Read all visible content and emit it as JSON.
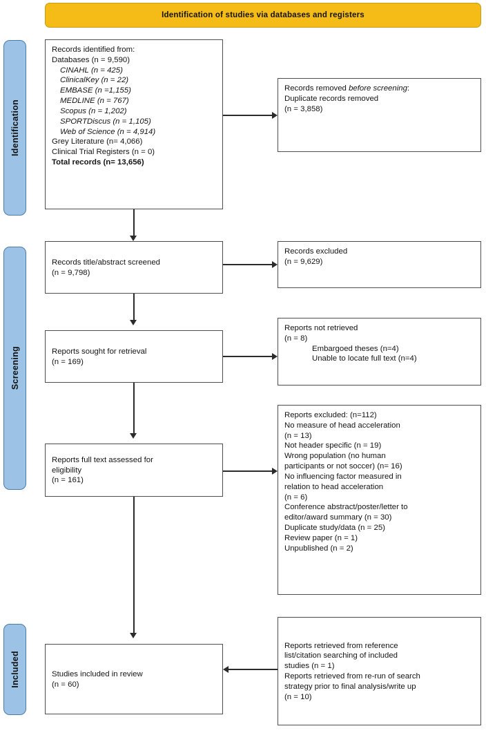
{
  "banner": {
    "title": "Identification of studies via databases and registers"
  },
  "stages": [
    {
      "id": "identification",
      "label": "Identification"
    },
    {
      "id": "screening",
      "label": "Screening"
    },
    {
      "id": "included",
      "label": "Included"
    }
  ],
  "colors": {
    "banner_fill": "#F5BC17",
    "banner_border": "#C99A10",
    "stage_fill": "#9CC3E5",
    "stage_border": "#4b7ba8",
    "box_border": "#4d4d4d",
    "connector": "#2b2b2b",
    "page_background": "#ffffff"
  },
  "boxes": {
    "identified": {
      "heading": "Records identified from:",
      "databases_line": "Databases (n = 9,590)",
      "sources": [
        {
          "name": "CINAHL",
          "count": "(n = 425)"
        },
        {
          "name": "ClinicalKey",
          "count": "(n = 22)"
        },
        {
          "name": "EMBASE",
          "count": "(n =1,155)"
        },
        {
          "name": "MEDLINE",
          "count": "(n = 767)"
        },
        {
          "name": "Scopus",
          "count": "(n = 1,202)"
        },
        {
          "name": "SPORTDiscus",
          "count": "(n = 1,105)"
        },
        {
          "name": "Web of Science",
          "count": "(n = 4,914)"
        }
      ],
      "grey_literature": "Grey Literature  (n= 4,066)",
      "trial_registers": "Clinical Trial Registers (n = 0)",
      "total_records": "Total records  (n= 13,656)"
    },
    "removed": {
      "line1_a": "Records removed ",
      "line1_italic": "before screening",
      "line1_b": ":",
      "line2": "Duplicate records removed",
      "line3": "(n = 3,858)"
    },
    "screened": {
      "line1": "Records title/abstract screened",
      "line2": "(n = 9,798)"
    },
    "excluded_records": {
      "line1": "Records excluded",
      "line2": "(n = 9,629)"
    },
    "sought": {
      "line1": "Reports sought for retrieval",
      "line2": "(n = 169)"
    },
    "not_retrieved": {
      "line1": "Reports not retrieved",
      "line2": "(n = 8)",
      "sub1": "Embargoed theses (n=4)",
      "sub2": "Unable to locate full text (n=4)"
    },
    "full_text": {
      "line1": "Reports full text assessed for",
      "line2": "eligibility",
      "line3": "(n = 161)"
    },
    "excluded_reports": {
      "heading": "Reports excluded: (n=112)",
      "reasons": [
        "No measure of head acceleration",
        "(n = 13)",
        "Not header specific (n = 19)",
        "Wrong population (no human",
        "participants or not soccer) (n= 16)",
        "No influencing factor measured in",
        "relation to head acceleration",
        "(n = 6)",
        "Conference abstract/poster/letter to",
        "editor/award summary (n = 30)",
        "Duplicate study/data (n = 25)",
        "Review paper (n = 1)",
        "Unpublished (n = 2)"
      ]
    },
    "included_studies": {
      "line1": "Studies included in review",
      "line2": "(n = 60)"
    },
    "retrieved": {
      "line1": "Reports retrieved from reference",
      "line2": "list/citation searching of included",
      "line3": "studies  (n = 1)",
      "line4": "Reports retrieved from re-run of search",
      "line5": "strategy prior to final analysis/write up",
      "line6": "(n = 10)"
    }
  }
}
